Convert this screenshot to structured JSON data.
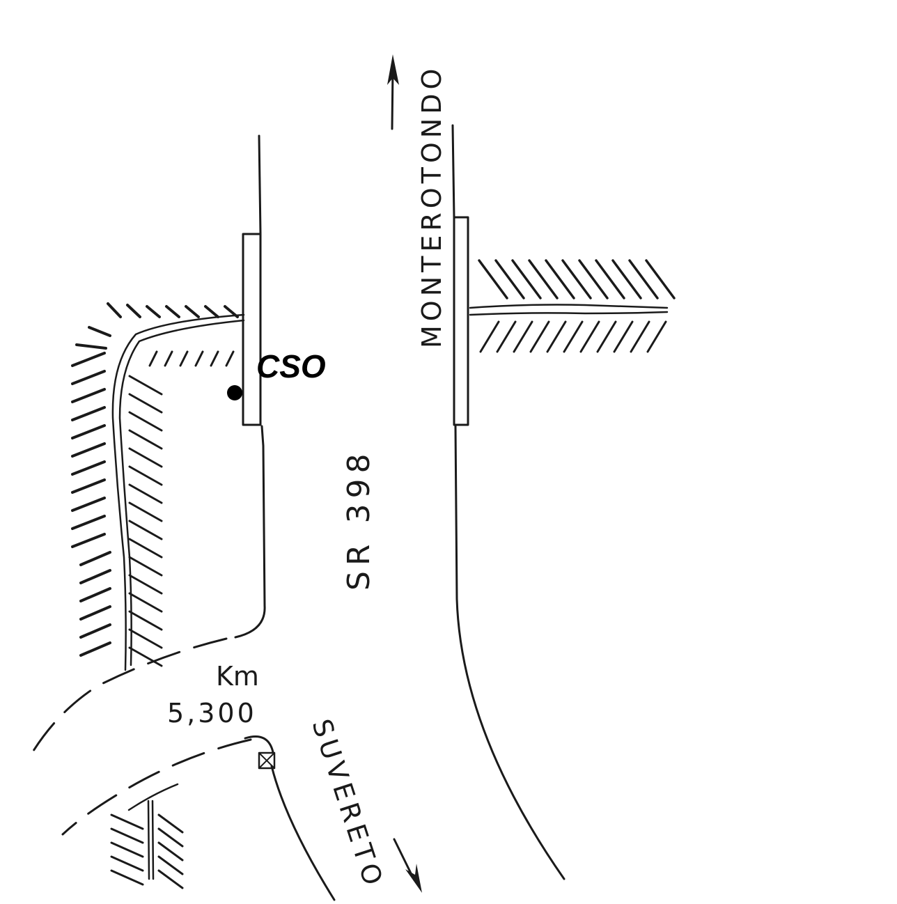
{
  "map": {
    "labels": {
      "north_destination": "MONTEROTONDO",
      "south_destination": "SUVERETO",
      "road_name": "SR 398",
      "km_label": "Km",
      "km_value": "5,300",
      "site_label": "CSO"
    },
    "colors": {
      "ink": "#1a1a1a",
      "paper": "#ffffff",
      "site_marker": "#000000"
    },
    "icons": [
      "north-arrow-icon",
      "south-arrow-icon",
      "site-marker-icon",
      "boundary-marker-icon"
    ]
  }
}
